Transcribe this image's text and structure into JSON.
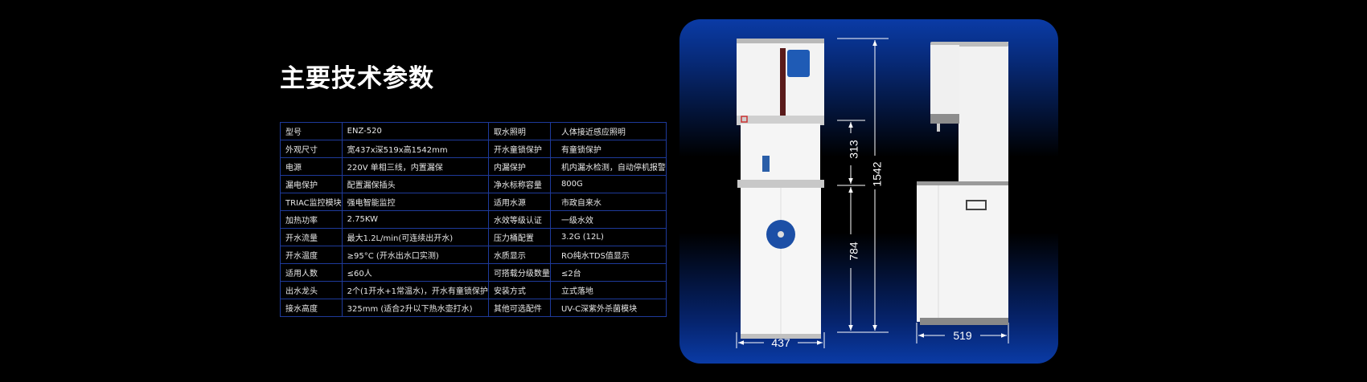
{
  "title": "主要技术参数",
  "specs": [
    [
      "型号",
      "ENZ-520",
      "取水照明",
      "人体接近感应照明"
    ],
    [
      "外观尺寸",
      "宽437x深519x高1542mm",
      "开水童锁保护",
      "有童锁保护"
    ],
    [
      "电源",
      "220V 单相三线，内置漏保",
      "内漏保护",
      "机内漏水检测，自动停机报警"
    ],
    [
      "漏电保护",
      "配置漏保插头",
      "净水标称容量",
      "800G"
    ],
    [
      "TRIAC监控模块",
      "强电智能监控",
      "适用水源",
      "市政自来水"
    ],
    [
      "加热功率",
      "2.75KW",
      "水效等级认证",
      "一级水效"
    ],
    [
      "开水流量",
      "最大1.2L/min(可连续出开水)",
      "压力桶配置",
      "3.2G (12L)"
    ],
    [
      "开水温度",
      "≥95°C (开水出水口实测)",
      "水质显示",
      "RO纯水TDS值显示"
    ],
    [
      "适用人数",
      "≤60人",
      "可搭载分级数量",
      "≤2台"
    ],
    [
      "出水龙头",
      "2个(1开水+1常温水)，开水有童锁保护",
      "安装方式",
      "立式落地"
    ],
    [
      "接水高度",
      "325mm (适合2升以下热水壶打水)",
      "其他可选配件",
      "UV-C深紫外杀菌模块"
    ]
  ],
  "dimensions": {
    "total_height": "1542",
    "upper_height": "313",
    "lower_height": "784",
    "width": "437",
    "depth": "519"
  }
}
